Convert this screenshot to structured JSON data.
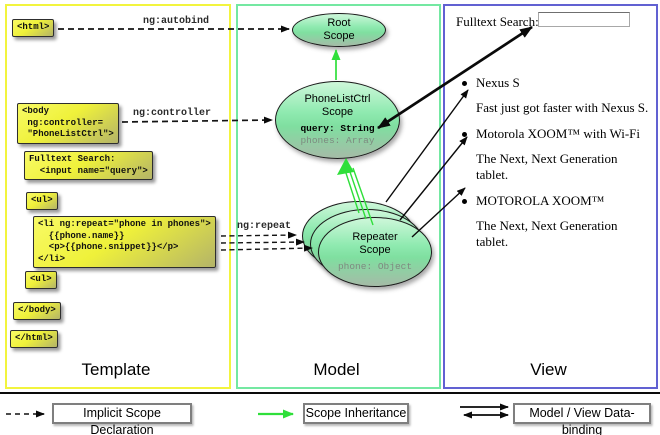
{
  "columns": {
    "template": {
      "label": "Template"
    },
    "model": {
      "label": "Model"
    },
    "view": {
      "label": "View"
    }
  },
  "template_code": {
    "html_open": "<html>",
    "body_open": "<body\n ng:controller=\n \"PhoneListCtrl\">",
    "fulltext_search": "Fulltext Search:\n  <input name=\"query\">",
    "ul_open": "<ul>",
    "li_repeat": "<li ng:repeat=\"phone in phones\">\n  {{phone.name}}\n  <p>{{phone.snippet}}</p>\n</li>",
    "ul_close": "<ul>",
    "body_close": "</body>",
    "html_close": "</html>"
  },
  "bindings": {
    "autobind": "ng:autobind",
    "controller": "ng:controller",
    "repeat": "ng:repeat"
  },
  "scopes": {
    "root": {
      "title": "Root\nScope"
    },
    "phonelist": {
      "title": "PhoneListCtrl\nScope",
      "prop_query": "query: String",
      "prop_phones": "phones: Array"
    },
    "repeater": {
      "title": "Repeater\nScope",
      "prop_phone": "phone: Object"
    }
  },
  "view": {
    "search_label": "Fulltext Search:",
    "search_value": "",
    "items": [
      {
        "title": "Nexus S",
        "desc": "Fast just got faster with Nexus S."
      },
      {
        "title": "Motorola XOOM™  with Wi-Fi",
        "desc": "The Next, Next Generation tablet."
      },
      {
        "title": "MOTOROLA XOOM™",
        "desc": "The Next, Next Generation tablet."
      }
    ]
  },
  "legend": {
    "implicit": "Implicit Scope Declaration",
    "inheritance": "Scope Inheritance",
    "binding": "Model / View Data-binding"
  },
  "colors": {
    "template_border": "#f2f43e",
    "model_border": "#74e8a2",
    "view_border": "#6161d2",
    "scope_fill": "#8feab0",
    "code_box_fill": "#eff13a",
    "inheritance_arrow": "#2fdf3a",
    "binding_arrow": "#000000"
  }
}
